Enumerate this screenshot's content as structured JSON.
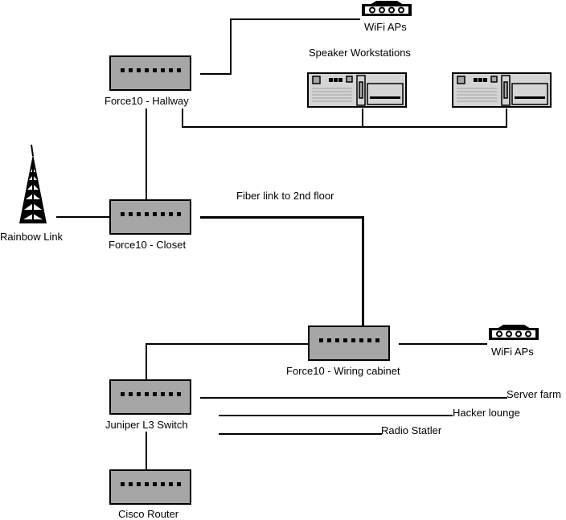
{
  "diagram": {
    "title": "Network topology",
    "nodes": {
      "hallway": {
        "label": "Force10 - Hallway",
        "type": "switch"
      },
      "closet": {
        "label": "Force10 - Closet",
        "type": "switch"
      },
      "wiring_cabinet": {
        "label": "Force10 - Wiring cabinet",
        "type": "switch"
      },
      "juniper": {
        "label": "Juniper L3 Switch",
        "type": "switch"
      },
      "cisco": {
        "label": "Cisco Router",
        "type": "router"
      },
      "wifi_top": {
        "label": "WiFi APs",
        "type": "wireless-ap"
      },
      "wifi_right": {
        "label": "WiFi APs",
        "type": "wireless-ap"
      },
      "rainbow": {
        "label": "Rainbow Link",
        "type": "radio-tower"
      },
      "workstations": {
        "label": "Speaker Workstations",
        "type": "workstation",
        "count": 2
      }
    },
    "link_labels": {
      "fiber": "Fiber link to 2nd floor",
      "server_farm": "Server farm",
      "hacker_lounge": "Hacker lounge",
      "radio_statler": "Radio Statler"
    },
    "links": [
      [
        "hallway",
        "wifi_top"
      ],
      [
        "hallway",
        "workstations"
      ],
      [
        "hallway",
        "closet"
      ],
      [
        "rainbow",
        "closet"
      ],
      [
        "closet",
        "wiring_cabinet"
      ],
      [
        "wiring_cabinet",
        "wifi_right"
      ],
      [
        "wiring_cabinet",
        "juniper"
      ],
      [
        "juniper",
        "server_farm"
      ],
      [
        "juniper",
        "hacker_lounge"
      ],
      [
        "juniper",
        "radio_statler"
      ],
      [
        "juniper",
        "cisco"
      ]
    ]
  }
}
